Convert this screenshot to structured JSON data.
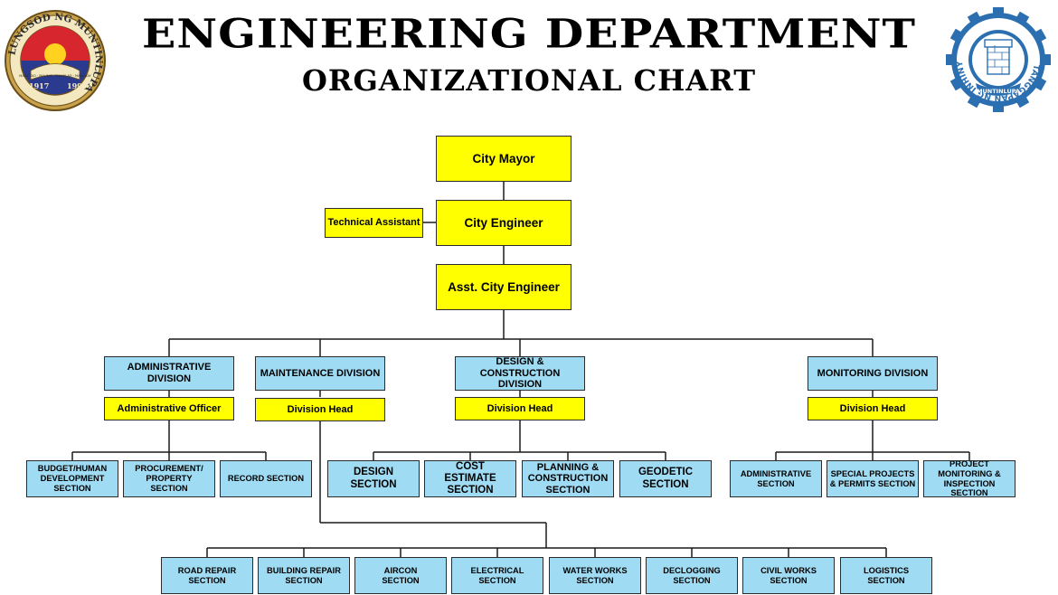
{
  "header": {
    "title": "ENGINEERING DEPARTMENT",
    "subtitle": "ORGANIZATIONAL CHART"
  },
  "seal_left": {
    "ring_text": "LUNGSOD NG MUNTINLUPA",
    "year_left": "1917",
    "year_right": "1995",
    "banner_text": "MAKA TAO · MALINIS · MAUNLAD · MABUHAY"
  },
  "seal_right": {
    "ring_text": "TANGGAPAN NG INHINYERIA",
    "banner_text": "MUNTINLUPA"
  },
  "nodes": {
    "city_mayor": "City Mayor",
    "technical_assistant": "Technical Assistant",
    "city_engineer": "City Engineer",
    "asst_city_engineer": "Asst. City Engineer",
    "administrative_division": "ADMINISTRATIVE DIVISION",
    "administrative_officer": "Administrative Officer",
    "maintenance_division": "MAINTENANCE DIVISION",
    "maintenance_head": "Division Head",
    "design_construction_division": "DESIGN & CONSTRUCTION DIVISION",
    "design_head": "Division Head",
    "monitoring_division": "MONITORING DIVISION",
    "monitoring_head": "Division Head",
    "budget_hr_section": "BUDGET/HUMAN DEVELOPMENT SECTION",
    "procurement_section": "PROCUREMENT/ PROPERTY SECTION",
    "record_section": "RECORD SECTION",
    "design_section": "DESIGN SECTION",
    "cost_estimate_section": "COST ESTIMATE SECTION",
    "planning_construction_section": "PLANNING & CONSTRUCTION SECTION",
    "geodetic_section": "GEODETIC SECTION",
    "monitoring_admin_section": "ADMINISTRATIVE SECTION",
    "special_projects_section": "SPECIAL PROJECTS & PERMITS SECTION",
    "project_monitoring_section": "PROJECT MONITORING & INSPECTION SECTION",
    "road_repair_section": "ROAD REPAIR SECTION",
    "building_repair_section": "BUILDING REPAIR SECTION",
    "aircon_section": "AIRCON SECTION",
    "electrical_section": "ELECTRICAL SECTION",
    "water_works_section": "WATER WORKS SECTION",
    "declogging_section": "DECLOGGING SECTION",
    "civil_works_section": "CIVIL WORKS SECTION",
    "logistics_section": "LOGISTICS SECTION"
  },
  "colors": {
    "executive_fill": "#ffff00",
    "unit_fill": "#9fdcf4",
    "connector": "#1a1a1a",
    "seal_right_blue": "#2b6fb0"
  }
}
